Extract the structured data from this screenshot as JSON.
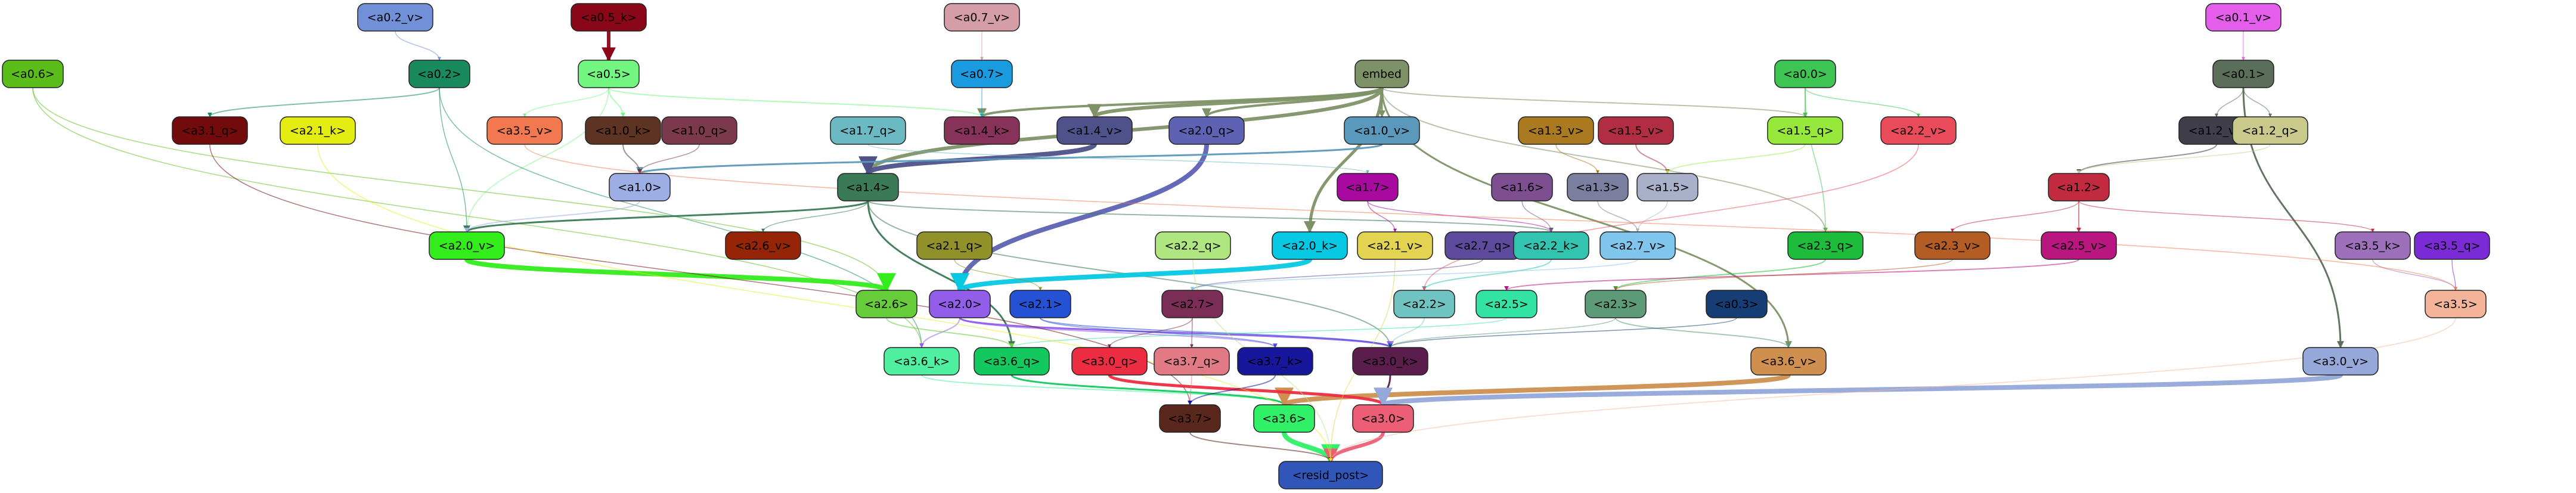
{
  "nodes": [
    {
      "id": "a0_2_v",
      "label": "<a0.2_v>",
      "fill": "#7190d8",
      "text": "#000000"
    },
    {
      "id": "a0_5_k",
      "label": "<a0.5_k>",
      "fill": "#8a0718",
      "text": "#000000"
    },
    {
      "id": "a0_7_v",
      "label": "<a0.7_v>",
      "fill": "#d59ea6",
      "text": "#000000"
    },
    {
      "id": "a0_1_v",
      "label": "<a0.1_v>",
      "fill": "#e55deb",
      "text": "#000000"
    },
    {
      "id": "a0_6",
      "label": "<a0.6>",
      "fill": "#5bbd1a",
      "text": "#000000"
    },
    {
      "id": "a0_2",
      "label": "<a0.2>",
      "fill": "#188a5e",
      "text": "#000000"
    },
    {
      "id": "a0_5",
      "label": "<a0.5>",
      "fill": "#72f67f",
      "text": "#000000"
    },
    {
      "id": "a0_7",
      "label": "<a0.7>",
      "fill": "#1a9be0",
      "text": "#000000"
    },
    {
      "id": "embed",
      "label": "embed",
      "fill": "#7e9267",
      "text": "#000000"
    },
    {
      "id": "a0_0",
      "label": "<a0.0>",
      "fill": "#3ec452",
      "text": "#000000"
    },
    {
      "id": "a0_1",
      "label": "<a0.1>",
      "fill": "#5a6e59",
      "text": "#000000"
    },
    {
      "id": "a3_1_q",
      "label": "<a3.1_q>",
      "fill": "#730a0c",
      "text": "#000000"
    },
    {
      "id": "a2_1_k",
      "label": "<a2.1_k>",
      "fill": "#e5ec11",
      "text": "#000000"
    },
    {
      "id": "a3_5_v",
      "label": "<a3.5_v>",
      "fill": "#f2794f",
      "text": "#000000"
    },
    {
      "id": "a1_0_k",
      "label": "<a1.0_k>",
      "fill": "#5d3324",
      "text": "#000000"
    },
    {
      "id": "a1_0_q",
      "label": "<a1.0_q>",
      "fill": "#7a394c",
      "text": "#000000"
    },
    {
      "id": "a1_7_q",
      "label": "<a1.7_q>",
      "fill": "#6bb9c2",
      "text": "#000000"
    },
    {
      "id": "a1_4_k",
      "label": "<a1.4_k>",
      "fill": "#873258",
      "text": "#000000"
    },
    {
      "id": "a1_4_v",
      "label": "<a1.4_v>",
      "fill": "#4f528a",
      "text": "#000000"
    },
    {
      "id": "a2_0_q",
      "label": "<a2.0_q>",
      "fill": "#5d62b3",
      "text": "#000000"
    },
    {
      "id": "a1_0_v",
      "label": "<a1.0_v>",
      "fill": "#5b99bc",
      "text": "#000000"
    },
    {
      "id": "a1_3_v",
      "label": "<a1.3_v>",
      "fill": "#a97a1f",
      "text": "#000000"
    },
    {
      "id": "a1_5_v",
      "label": "<a1.5_v>",
      "fill": "#b12e42",
      "text": "#000000"
    },
    {
      "id": "a1_5_q",
      "label": "<a1.5_q>",
      "fill": "#96e93b",
      "text": "#000000"
    },
    {
      "id": "a2_2_v",
      "label": "<a2.2_v>",
      "fill": "#ea4b5a",
      "text": "#000000"
    },
    {
      "id": "a1_2_v",
      "label": "<a1.2_v>",
      "fill": "#3f3e4a",
      "text": "#000000"
    },
    {
      "id": "a1_2_q",
      "label": "<a1.2_q>",
      "fill": "#c8c98a",
      "text": "#000000"
    },
    {
      "id": "a1_0",
      "label": "<a1.0>",
      "fill": "#9daee4",
      "text": "#000000"
    },
    {
      "id": "a1_4",
      "label": "<a1.4>",
      "fill": "#3b7a57",
      "text": "#000000"
    },
    {
      "id": "a1_7",
      "label": "<a1.7>",
      "fill": "#a8099e",
      "text": "#000000"
    },
    {
      "id": "a1_6",
      "label": "<a1.6>",
      "fill": "#7d4f90",
      "text": "#000000"
    },
    {
      "id": "a1_3",
      "label": "<a1.3>",
      "fill": "#7a7fa0",
      "text": "#000000"
    },
    {
      "id": "a1_5",
      "label": "<a1.5>",
      "fill": "#a9b0ca",
      "text": "#000000"
    },
    {
      "id": "a1_2",
      "label": "<a1.2>",
      "fill": "#c12a3f",
      "text": "#000000"
    },
    {
      "id": "a2_0_v",
      "label": "<a2.0_v>",
      "fill": "#33ec1b",
      "text": "#000000"
    },
    {
      "id": "a2_6_v",
      "label": "<a2.6_v>",
      "fill": "#962508",
      "text": "#000000"
    },
    {
      "id": "a2_1_q",
      "label": "<a2.1_q>",
      "fill": "#909229",
      "text": "#000000"
    },
    {
      "id": "a2_2_q",
      "label": "<a2.2_q>",
      "fill": "#afe67f",
      "text": "#000000"
    },
    {
      "id": "a2_0_k",
      "label": "<a2.0_k>",
      "fill": "#06c8e3",
      "text": "#000000"
    },
    {
      "id": "a2_1_v",
      "label": "<a2.1_v>",
      "fill": "#e2d451",
      "text": "#000000"
    },
    {
      "id": "a2_7_q",
      "label": "<a2.7_q>",
      "fill": "#5e4a9c",
      "text": "#000000"
    },
    {
      "id": "a2_2_k",
      "label": "<a2.2_k>",
      "fill": "#33c3b1",
      "text": "#000000"
    },
    {
      "id": "a2_7_v",
      "label": "<a2.7_v>",
      "fill": "#80c5ec",
      "text": "#000000"
    },
    {
      "id": "a2_3_q",
      "label": "<a2.3_q>",
      "fill": "#1dbc3a",
      "text": "#000000"
    },
    {
      "id": "a2_3_v",
      "label": "<a2.3_v>",
      "fill": "#b35c23",
      "text": "#000000"
    },
    {
      "id": "a2_5_v",
      "label": "<a2.5_v>",
      "fill": "#b9167f",
      "text": "#000000"
    },
    {
      "id": "a3_5_k",
      "label": "<a3.5_k>",
      "fill": "#9e70bc",
      "text": "#000000"
    },
    {
      "id": "a3_5_q",
      "label": "<a3.5_q>",
      "fill": "#7a2bd6",
      "text": "#000000"
    },
    {
      "id": "a2_6",
      "label": "<a2.6>",
      "fill": "#66cc3a",
      "text": "#000000"
    },
    {
      "id": "a2_0",
      "label": "<a2.0>",
      "fill": "#915de9",
      "text": "#000000"
    },
    {
      "id": "a2_1",
      "label": "<a2.1>",
      "fill": "#2552d4",
      "text": "#000000"
    },
    {
      "id": "a2_7",
      "label": "<a2.7>",
      "fill": "#7a2e56",
      "text": "#000000"
    },
    {
      "id": "a2_2",
      "label": "<a2.2>",
      "fill": "#6fc3c1",
      "text": "#000000"
    },
    {
      "id": "a2_5",
      "label": "<a2.5>",
      "fill": "#32e3a4",
      "text": "#000000"
    },
    {
      "id": "a2_3",
      "label": "<a2.3>",
      "fill": "#5d9a77",
      "text": "#000000"
    },
    {
      "id": "a0_3",
      "label": "<a0.3>",
      "fill": "#163e74",
      "text": "#000000"
    },
    {
      "id": "a3_5",
      "label": "<a3.5>",
      "fill": "#f3b49a",
      "text": "#000000"
    },
    {
      "id": "a3_6_k",
      "label": "<a3.6_k>",
      "fill": "#4ff0a0",
      "text": "#000000"
    },
    {
      "id": "a3_6_q",
      "label": "<a3.6_q>",
      "fill": "#13c95e",
      "text": "#000000"
    },
    {
      "id": "a3_0_q",
      "label": "<a3.0_q>",
      "fill": "#ec2c40",
      "text": "#000000"
    },
    {
      "id": "a3_7_q",
      "label": "<a3.7_q>",
      "fill": "#e17a84",
      "text": "#000000"
    },
    {
      "id": "a3_7_k",
      "label": "<a3.7_k>",
      "fill": "#17179b",
      "text": "#000000"
    },
    {
      "id": "a3_0_k",
      "label": "<a3.0_k>",
      "fill": "#5b1e4c",
      "text": "#000000"
    },
    {
      "id": "a3_6_v",
      "label": "<a3.6_v>",
      "fill": "#ce8f4f",
      "text": "#000000"
    },
    {
      "id": "a3_0_v",
      "label": "<a3.0_v>",
      "fill": "#95a8da",
      "text": "#000000"
    },
    {
      "id": "a3_7",
      "label": "<a3.7>",
      "fill": "#5a271c",
      "text": "#000000"
    },
    {
      "id": "a3_6",
      "label": "<a3.6>",
      "fill": "#2ff067",
      "text": "#000000"
    },
    {
      "id": "a3_0",
      "label": "<a3.0>",
      "fill": "#ec5e76",
      "text": "#000000"
    },
    {
      "id": "resid_post",
      "label": "<resid_post>",
      "fill": "#3056ba",
      "text": "#000000"
    }
  ],
  "edges": [
    {
      "from": "a0_2_v",
      "to": "a0_2",
      "color": "#7190d8",
      "weight": 1.5
    },
    {
      "from": "a0_5_k",
      "to": "a0_5",
      "color": "#8a0718",
      "weight": 6
    },
    {
      "from": "a0_7_v",
      "to": "a0_7",
      "color": "#d59ea6",
      "weight": 1.5
    },
    {
      "from": "a0_1_v",
      "to": "a0_1",
      "color": "#e55deb",
      "weight": 1.5
    },
    {
      "from": "embed",
      "to": "a1_4_v",
      "color": "#7e9267",
      "weight": 6
    },
    {
      "from": "embed",
      "to": "a1_4",
      "color": "#7e9267",
      "weight": 6
    },
    {
      "from": "embed",
      "to": "a2_0_k",
      "color": "#7e9267",
      "weight": 5
    },
    {
      "from": "embed",
      "to": "a1_4_k",
      "color": "#7e9267",
      "weight": 4
    },
    {
      "from": "embed",
      "to": "a2_0_q",
      "color": "#7e9267",
      "weight": 4
    },
    {
      "from": "embed",
      "to": "a3_6_v",
      "color": "#7e9267",
      "weight": 3
    },
    {
      "from": "embed",
      "to": "a1_0_v",
      "color": "#7e9267",
      "weight": 3
    },
    {
      "from": "embed",
      "to": "a1_5_q",
      "color": "#7e9267",
      "weight": 2
    },
    {
      "from": "embed",
      "to": "a2_3_q",
      "color": "#7e9267",
      "weight": 2
    },
    {
      "from": "a0_1",
      "to": "a3_0_v",
      "color": "#5a6e59",
      "weight": 3
    },
    {
      "from": "a0_1",
      "to": "a1_2_q",
      "color": "#5a6e59",
      "weight": 1.5
    },
    {
      "from": "a0_1",
      "to": "a1_2_v",
      "color": "#5a6e59",
      "weight": 1.5
    },
    {
      "from": "a0_0",
      "to": "a1_5_q",
      "color": "#3ec452",
      "weight": 2
    },
    {
      "from": "a0_0",
      "to": "a2_2_v",
      "color": "#3ec452",
      "weight": 1.5
    },
    {
      "from": "a0_0",
      "to": "a2_3_q",
      "color": "#3ec452",
      "weight": 1.5
    },
    {
      "from": "a0_5",
      "to": "a1_0_k",
      "color": "#72f67f",
      "weight": 2
    },
    {
      "from": "a0_5",
      "to": "a1_4_k",
      "color": "#72f67f",
      "weight": 2
    },
    {
      "from": "a0_5",
      "to": "a3_5_v",
      "color": "#72f67f",
      "weight": 1.5
    },
    {
      "from": "a0_5",
      "to": "a2_0_v",
      "color": "#72f67f",
      "weight": 1.5
    },
    {
      "from": "a0_2",
      "to": "a3_1_q",
      "color": "#188a5e",
      "weight": 2
    },
    {
      "from": "a0_2",
      "to": "a2_0_v",
      "color": "#188a5e",
      "weight": 1.5
    },
    {
      "from": "a0_2",
      "to": "a3_6_k",
      "color": "#188a5e",
      "weight": 1.5
    },
    {
      "from": "a0_6",
      "to": "a2_6",
      "color": "#5bbd1a",
      "weight": 1.5
    },
    {
      "from": "a0_6",
      "to": "a3_6_k",
      "color": "#5bbd1a",
      "weight": 1.5
    },
    {
      "from": "a0_7",
      "to": "a1_4_k",
      "color": "#1a9be0",
      "weight": 1.5
    },
    {
      "from": "a1_4_v",
      "to": "a1_4",
      "color": "#4f528a",
      "weight": 8
    },
    {
      "from": "a2_0_q",
      "to": "a2_0",
      "color": "#5d62b3",
      "weight": 8
    },
    {
      "from": "a1_0_v",
      "to": "a1_0",
      "color": "#5b99bc",
      "weight": 3
    },
    {
      "from": "a1_0_k",
      "to": "a1_0",
      "color": "#5d3324",
      "weight": 2
    },
    {
      "from": "a1_0_q",
      "to": "a1_0",
      "color": "#7a394c",
      "weight": 1.5
    },
    {
      "from": "a1_3_v",
      "to": "a1_3",
      "color": "#a97a1f",
      "weight": 1.5
    },
    {
      "from": "a1_5_v",
      "to": "a1_5",
      "color": "#b12e42",
      "weight": 2
    },
    {
      "from": "a1_2_v",
      "to": "a1_2",
      "color": "#3f3e4a",
      "weight": 2
    },
    {
      "from": "a1_2_q",
      "to": "a1_2",
      "color": "#c8c98a",
      "weight": 1.5
    },
    {
      "from": "a1_4",
      "to": "a2_0_v",
      "color": "#3b7a57",
      "weight": 3
    },
    {
      "from": "a1_4",
      "to": "a3_6_q",
      "color": "#3b7a57",
      "weight": 3
    },
    {
      "from": "a1_4",
      "to": "a3_0_k",
      "color": "#3b7a57",
      "weight": 2
    },
    {
      "from": "a1_4",
      "to": "a2_2_k",
      "color": "#3b7a57",
      "weight": 2
    },
    {
      "from": "a1_4",
      "to": "a2_6_v",
      "color": "#3b7a57",
      "weight": 1.5
    },
    {
      "from": "a1_0",
      "to": "a2_0_v",
      "color": "#9daee4",
      "weight": 2
    },
    {
      "from": "a1_7",
      "to": "a2_2_k",
      "color": "#a8099e",
      "weight": 1.5
    },
    {
      "from": "a1_7",
      "to": "a2_1_v",
      "color": "#a8099e",
      "weight": 1.5
    },
    {
      "from": "a1_6",
      "to": "a2_2_k",
      "color": "#7d4f90",
      "weight": 1.5
    },
    {
      "from": "a1_3",
      "to": "a2_7_v",
      "color": "#7a7fa0",
      "weight": 1.5
    },
    {
      "from": "a1_5",
      "to": "a2_7_v",
      "color": "#a9b0ca",
      "weight": 1.5
    },
    {
      "from": "a1_2",
      "to": "a2_5_v",
      "color": "#c12a3f",
      "weight": 2
    },
    {
      "from": "a1_2",
      "to": "a2_3_v",
      "color": "#c12a3f",
      "weight": 1.5
    },
    {
      "from": "a1_2",
      "to": "a3_5_k",
      "color": "#c12a3f",
      "weight": 1.5
    },
    {
      "from": "a2_0_v",
      "to": "a2_6",
      "color": "#33ec1b",
      "weight": 8
    },
    {
      "from": "a2_0_k",
      "to": "a2_0",
      "color": "#06c8e3",
      "weight": 8
    },
    {
      "from": "a2_1_q",
      "to": "a2_1",
      "color": "#909229",
      "weight": 1.5
    },
    {
      "from": "a2_7_q",
      "to": "a2_7",
      "color": "#5e4a9c",
      "weight": 1.5
    },
    {
      "from": "a2_2_k",
      "to": "a2_2",
      "color": "#33c3b1",
      "weight": 2
    },
    {
      "from": "a2_7_v",
      "to": "a2_7",
      "color": "#80c5ec",
      "weight": 1.5
    },
    {
      "from": "a2_3_q",
      "to": "a2_3",
      "color": "#1dbc3a",
      "weight": 2
    },
    {
      "from": "a2_5_v",
      "to": "a2_5",
      "color": "#b9167f",
      "weight": 2
    },
    {
      "from": "a3_5_k",
      "to": "a3_5",
      "color": "#9e70bc",
      "weight": 1.5
    },
    {
      "from": "a3_5_q",
      "to": "a3_5",
      "color": "#7a2bd6",
      "weight": 1.5
    },
    {
      "from": "a3_5_v",
      "to": "a3_5",
      "color": "#f2794f",
      "weight": 1.5
    },
    {
      "from": "a2_0",
      "to": "a3_6_k",
      "color": "#915de9",
      "weight": 2
    },
    {
      "from": "a2_0",
      "to": "a3_0_k",
      "color": "#915de9",
      "weight": 3
    },
    {
      "from": "a2_0",
      "to": "a3_7_k",
      "color": "#915de9",
      "weight": 2
    },
    {
      "from": "a2_1",
      "to": "a3_0_k",
      "color": "#2552d4",
      "weight": 2
    },
    {
      "from": "a2_1",
      "to": "a3_7_k",
      "color": "#2552d4",
      "weight": 1.5
    },
    {
      "from": "a2_7",
      "to": "a3_7_q",
      "color": "#7a2e56",
      "weight": 1.5
    },
    {
      "from": "a2_7",
      "to": "a3_0_q",
      "color": "#7a2e56",
      "weight": 1.5
    },
    {
      "from": "a2_2",
      "to": "a3_0_k",
      "color": "#6fc3c1",
      "weight": 1.5
    },
    {
      "from": "a2_5",
      "to": "a3_6_q",
      "color": "#32e3a4",
      "weight": 1.5
    },
    {
      "from": "a2_3",
      "to": "a3_6_v",
      "color": "#5d9a77",
      "weight": 2
    },
    {
      "from": "a2_3",
      "to": "a3_0_k",
      "color": "#5d9a77",
      "weight": 1.5
    },
    {
      "from": "a0_3",
      "to": "a3_0_k",
      "color": "#163e74",
      "weight": 1.5
    },
    {
      "from": "a2_6",
      "to": "a3_6_q",
      "color": "#66cc3a",
      "weight": 2
    },
    {
      "from": "a3_1_q",
      "to": "a3_7",
      "color": "#730a0c",
      "weight": 1.5
    },
    {
      "from": "a3_6_k",
      "to": "a3_6",
      "color": "#4ff0a0",
      "weight": 2
    },
    {
      "from": "a3_6_q",
      "to": "a3_6",
      "color": "#13c95e",
      "weight": 3
    },
    {
      "from": "a3_6_v",
      "to": "a3_6",
      "color": "#ce8f4f",
      "weight": 8
    },
    {
      "from": "a3_0_q",
      "to": "a3_0",
      "color": "#ec2c40",
      "weight": 5
    },
    {
      "from": "a3_0_k",
      "to": "a3_0",
      "color": "#5b1e4c",
      "weight": 3
    },
    {
      "from": "a3_0_v",
      "to": "a3_0",
      "color": "#95a8da",
      "weight": 8
    },
    {
      "from": "a3_7_q",
      "to": "a3_7",
      "color": "#e17a84",
      "weight": 1.5
    },
    {
      "from": "a3_7_k",
      "to": "a3_7",
      "color": "#17179b",
      "weight": 2
    },
    {
      "from": "a3_6",
      "to": "resid_post",
      "color": "#2ff067",
      "weight": 8
    },
    {
      "from": "a3_0",
      "to": "resid_post",
      "color": "#ec5e76",
      "weight": 6
    },
    {
      "from": "a3_7",
      "to": "resid_post",
      "color": "#5a271c",
      "weight": 2
    },
    {
      "from": "a3_5",
      "to": "resid_post",
      "color": "#f3b49a",
      "weight": 1.5
    },
    {
      "from": "a2_2_q",
      "to": "resid_post",
      "color": "#afe67f",
      "weight": 1.5
    },
    {
      "from": "a2_1_v",
      "to": "resid_post",
      "color": "#e2d451",
      "weight": 1.5
    },
    {
      "from": "a2_1_k",
      "to": "resid_post",
      "color": "#e5ec11",
      "weight": 1.5
    },
    {
      "from": "a1_7_q",
      "to": "a1_7",
      "color": "#6bb9c2",
      "weight": 1.5
    },
    {
      "from": "a1_5_q",
      "to": "a1_5",
      "color": "#96e93b",
      "weight": 1.5
    },
    {
      "from": "a2_2_v",
      "to": "a2_2",
      "color": "#ea4b5a",
      "weight": 1.5
    },
    {
      "from": "a2_3_v",
      "to": "a2_3",
      "color": "#b35c23",
      "weight": 1.5
    }
  ]
}
